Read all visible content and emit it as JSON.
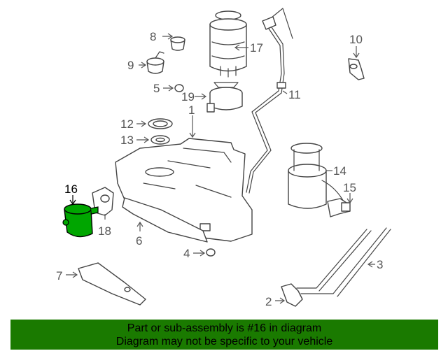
{
  "diagram": {
    "highlight_color": "#00a600",
    "highlighted_part": "16",
    "callouts": [
      {
        "id": "1",
        "label": "1"
      },
      {
        "id": "2",
        "label": "2"
      },
      {
        "id": "3",
        "label": "3"
      },
      {
        "id": "4",
        "label": "4"
      },
      {
        "id": "5",
        "label": "5"
      },
      {
        "id": "6",
        "label": "6"
      },
      {
        "id": "7",
        "label": "7"
      },
      {
        "id": "8",
        "label": "8"
      },
      {
        "id": "9",
        "label": "9"
      },
      {
        "id": "10",
        "label": "10"
      },
      {
        "id": "11",
        "label": "11"
      },
      {
        "id": "12",
        "label": "12"
      },
      {
        "id": "13",
        "label": "13"
      },
      {
        "id": "14",
        "label": "14"
      },
      {
        "id": "15",
        "label": "15"
      },
      {
        "id": "16",
        "label": "16"
      },
      {
        "id": "17",
        "label": "17"
      },
      {
        "id": "18",
        "label": "18"
      },
      {
        "id": "19",
        "label": "19"
      }
    ]
  },
  "banner": {
    "color": "#1a7a00",
    "line1": "Part or sub-assembly is #16 in diagram",
    "line2": "Diagram may not be specific to your vehicle"
  }
}
